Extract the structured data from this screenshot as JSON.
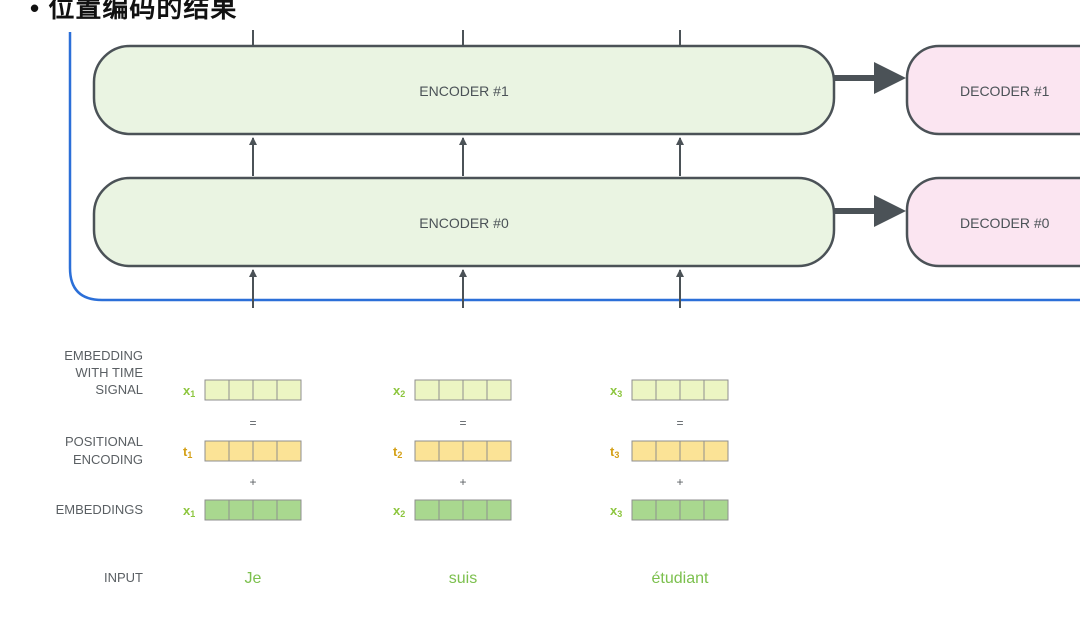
{
  "page": {
    "header_title": "• 位置编码的结果"
  },
  "colors": {
    "encoder_fill": "#eaf4e2",
    "decoder_fill": "#fbe5f1",
    "block_stroke": "#4b5257",
    "frame_blue": "#2b6fd8",
    "arrow": "#4b5257",
    "label_gray": "#5a5f63",
    "word_green": "#7cc04e",
    "x_label": "#8dc63f",
    "t_label": "#d4a017",
    "cell_time_signal": "#ecf5c3",
    "cell_positional": "#fbe396",
    "cell_embedding": "#a9d88f",
    "cell_stroke": "#8f8f8f"
  },
  "diagram": {
    "encoders": [
      {
        "label": "ENCODER #1"
      },
      {
        "label": "ENCODER #0"
      }
    ],
    "decoders": [
      {
        "label": "DECODER #1"
      },
      {
        "label": "DECODER #0"
      }
    ],
    "row_labels": {
      "time_signal": [
        "EMBEDDING",
        "WITH TIME",
        "SIGNAL"
      ],
      "positional": [
        "POSITIONAL",
        "ENCODING"
      ],
      "embeddings": "EMBEDDINGS",
      "input": "INPUT"
    },
    "operators": {
      "equals": "=",
      "plus": "+"
    },
    "tokens": [
      {
        "word": "Je",
        "x_label": "x",
        "t_label": "t",
        "sub": "1"
      },
      {
        "word": "suis",
        "x_label": "x",
        "t_label": "t",
        "sub": "2"
      },
      {
        "word": "étudiant",
        "x_label": "x",
        "t_label": "t",
        "sub": "3"
      }
    ],
    "cells_per_vector": 4
  }
}
